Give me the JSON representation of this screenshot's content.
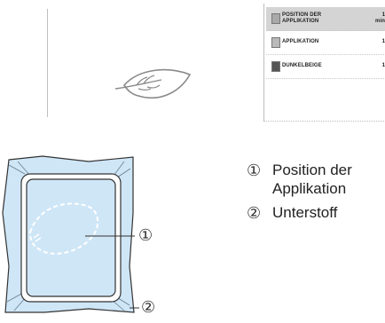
{
  "thread_list": {
    "rows": [
      {
        "name_line1": "POSITION DER",
        "name_line2": "APPLIKATION",
        "num_line1": "1",
        "num_line2": "min",
        "color": "#a9a9a9"
      },
      {
        "name_line1": "APPLIKATION",
        "num_line1": "1",
        "color": "#b9b9b9"
      },
      {
        "name_line1": "DUNKELBEIGE",
        "num_line1": "1",
        "color": "#555555"
      }
    ]
  },
  "callouts": {
    "one": "①",
    "two": "②"
  },
  "legend": [
    {
      "num": "①",
      "line1": "Position der",
      "line2": "Applikation"
    },
    {
      "num": "②",
      "line1": "Unterstoff"
    }
  ],
  "colors": {
    "fabric": "#cfe6f7",
    "frame": "#ffffff",
    "outline": "#333333"
  }
}
